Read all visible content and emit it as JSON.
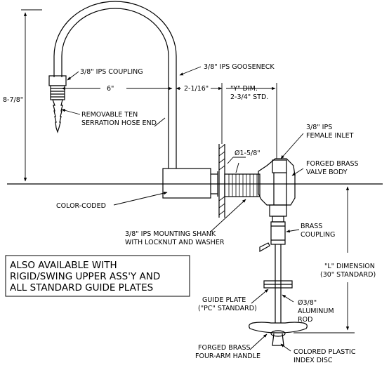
{
  "labels": {
    "height_overall": "8-7/8\"",
    "coupling": "3/8\" IPS COUPLING",
    "gooseneck": "3/8\" IPS GOOSENECK",
    "reach": "6\"",
    "offset": "2-1/16\"",
    "y_dim_1": "\"Y\" DIM.",
    "y_dim_2": "2-3/4\" STD.",
    "hose_end_1": "REMOVABLE TEN",
    "hose_end_2": "SERRATION HOSE END",
    "inlet_1": "3/8\" IPS",
    "inlet_2": "FEMALE INLET",
    "diameter": "Ø1-5/8\"",
    "valve_body_1": "FORGED BRASS",
    "valve_body_2": "VALVE BODY",
    "color_coded": "COLOR-CODED",
    "shank_1": "3/8\" IPS MOUNTING SHANK",
    "shank_2": "WITH LOCKNUT AND WASHER",
    "brass_coupling_1": "BRASS",
    "brass_coupling_2": "COUPLING",
    "l_dim_1": "\"L\" DIMENSION",
    "l_dim_2": "(30\" STANDARD)",
    "guide_plate_1": "GUIDE PLATE",
    "guide_plate_2": "(\"PC\" STANDARD)",
    "rod_1": "Ø3/8\"",
    "rod_2": "ALUMINUM",
    "rod_3": "ROD",
    "handle_1": "FORGED BRASS",
    "handle_2": "FOUR-ARM HANDLE",
    "disc_1": "COLORED PLASTIC",
    "disc_2": "INDEX DISC"
  },
  "note": {
    "line1": "ALSO AVAILABLE WITH",
    "line2": "RIGID/SWING UPPER ASS'Y AND",
    "line3": "ALL STANDARD GUIDE PLATES"
  },
  "colors": {
    "line": "#000000",
    "background": "#ffffff"
  }
}
